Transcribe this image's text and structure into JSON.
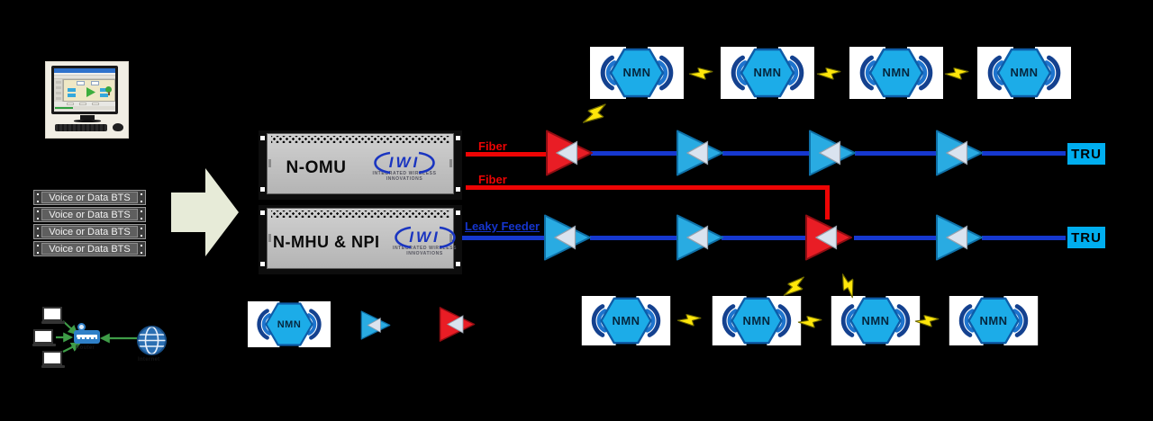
{
  "bts": {
    "items": [
      "Voice or Data BTS",
      "Voice or Data BTS",
      "Voice or Data BTS",
      "Voice or Data BTS"
    ]
  },
  "racks": {
    "omu_title": "N-OMU",
    "mhu_title": "N-MHU & NPI",
    "logo_text": "IWI",
    "logo_tagline1": "INTEGRATED WIRELESS",
    "logo_tagline2": "INNOVATIONS"
  },
  "links": {
    "fiber_top_label": "Fiber",
    "fiber_bottom_label": "Fiber",
    "leaky_feeder_label": "Leaky Feeder"
  },
  "nodes": {
    "nmn_label": "NMN",
    "tru_label": "TRU"
  },
  "nms": {
    "router_label": "Router",
    "internet_label": "Internet"
  },
  "icons": {
    "nmn_node": "hexagon-with-radio-waves",
    "amplifier": "triangle-bda",
    "rf_link": "lightning-bolt"
  },
  "colors": {
    "background": "#000000",
    "line_blue": "#1638CF",
    "fiber_red": "#EE0404",
    "amp_blue": "#29ABE2",
    "amp_red": "#E91D25",
    "amp_inner": "#DAE3EF",
    "nmn_cyan": "#1CACE8",
    "tru_cyan": "#00AEEF",
    "bolt_yellow": "#FFE60A",
    "arrow_beige": "#E7EBD8",
    "logo_blue": "#1A35C0"
  }
}
